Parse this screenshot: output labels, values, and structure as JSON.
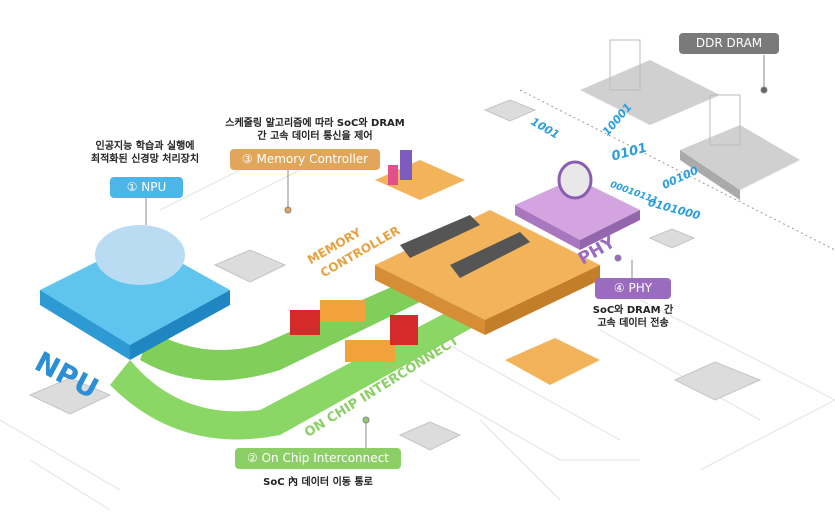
{
  "labels": {
    "npu": {
      "pill": "① NPU",
      "desc_line1": "인공지능 학습과 실행에",
      "desc_line2": "최적화된 신경망 처리장치",
      "color": "#4db6e8"
    },
    "memory_controller": {
      "pill": "③ Memory Controller",
      "desc_line1": "스케줄링 알고리즘에 따라 SoC와 DRAM",
      "desc_line2": "간 고속 데이터 통신을 제어",
      "color": "#e2a65a"
    },
    "dram": {
      "pill": "DDR DRAM",
      "color": "#7a7a7a"
    },
    "phy": {
      "pill": "④ PHY",
      "desc_line1": "SoC와 DRAM 간",
      "desc_line2": "고속 데이터 전송",
      "color": "#9a6bbf"
    },
    "interconnect": {
      "pill": "② On Chip Interconnect",
      "desc": "SoC 內 데이터 이동 통로",
      "color": "#8ccf66"
    }
  },
  "platform_titles": {
    "npu": "NPU",
    "memory_controller_1": "MEMORY",
    "memory_controller_2": "CONTROLLER",
    "interconnect": "ON CHIP INTERCONNECT",
    "phy": "PHY"
  },
  "binary_stream": [
    "0101",
    "10001",
    "00010111",
    "00100",
    "0101000",
    "1001"
  ]
}
